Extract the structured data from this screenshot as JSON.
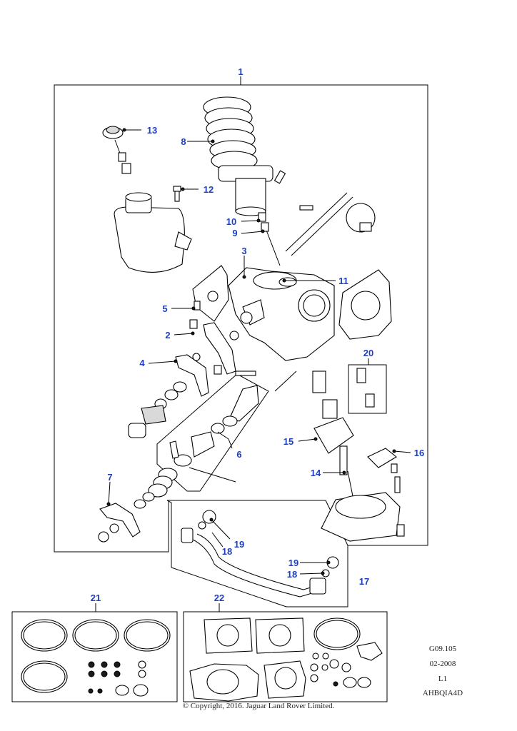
{
  "callouts": [
    "1",
    "2",
    "3",
    "4",
    "5",
    "6",
    "7",
    "8",
    "9",
    "10",
    "11",
    "12",
    "13",
    "14",
    "15",
    "16",
    "17",
    "18",
    "19",
    "20",
    "21",
    "22",
    "18",
    "19"
  ],
  "meta": {
    "figure": "G09.105",
    "date": "02-2008",
    "level": "L1",
    "code": "AHBQIA4D"
  },
  "copyright": "© Copyright, 2016. Jaguar Land Rover Limited."
}
